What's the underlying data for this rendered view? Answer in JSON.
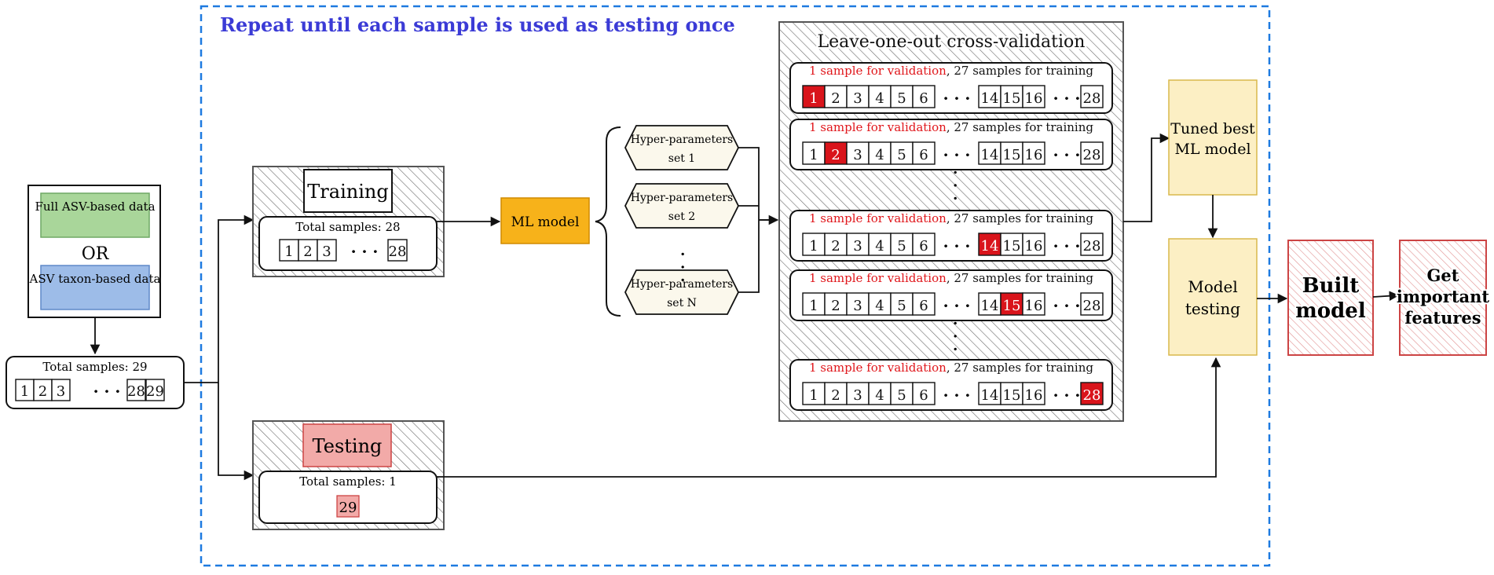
{
  "repeat_label": "Repeat until each sample is used as testing once",
  "input": {
    "full_asv": "Full ASV-based data",
    "or": "OR",
    "taxon_asv": "ASV taxon-based data"
  },
  "total": {
    "label": "Total samples: 29",
    "cells": [
      "1",
      "2",
      "3",
      "28",
      "29"
    ],
    "ellipsis": "· · ·"
  },
  "training": {
    "title": "Training",
    "label": "Total samples: 28",
    "cells": [
      "1",
      "2",
      "3",
      "28"
    ],
    "ellipsis": "· · ·"
  },
  "testing": {
    "title": "Testing",
    "label": "Total samples: 1",
    "cell": "29"
  },
  "ml_model": "ML model",
  "hyper": [
    {
      "line1": "Hyper-parameters",
      "line2": "set 1"
    },
    {
      "line1": "Hyper-parameters",
      "line2": "set 2"
    },
    {
      "line1": "Hyper-parameters",
      "line2": "set N"
    }
  ],
  "loocv": {
    "title": "Leave-one-out cross-validation",
    "val_text": "1 sample for validation",
    "train_text": ", 27 samples for training",
    "cells_left": [
      "1",
      "2",
      "3",
      "4",
      "5",
      "6"
    ],
    "cells_mid": [
      "14",
      "15",
      "16"
    ],
    "cell_last": "28",
    "ellipsis": "· · ·",
    "highlight": [
      "1",
      "2",
      "14",
      "15",
      "28"
    ]
  },
  "tuned": {
    "line1": "Tuned best",
    "line2": "ML model"
  },
  "model_testing": {
    "line1": "Model",
    "line2": "testing"
  },
  "built": {
    "line1": "Built",
    "line2": "model"
  },
  "features": {
    "line1": "Get",
    "line2": "important",
    "line3": "features"
  },
  "colors": {
    "dashed_border": "#1e7ae0",
    "repeat_text": "#3b3bd6",
    "validation_red": "#e0161b",
    "cell_red": "#d9141b",
    "green": "#a9d69a",
    "blue": "#9dbce8",
    "orange": "#f7b21a",
    "yellow": "#fcefc4",
    "pink": "#f2aaa8",
    "hex_fill": "#fbf8ec"
  }
}
